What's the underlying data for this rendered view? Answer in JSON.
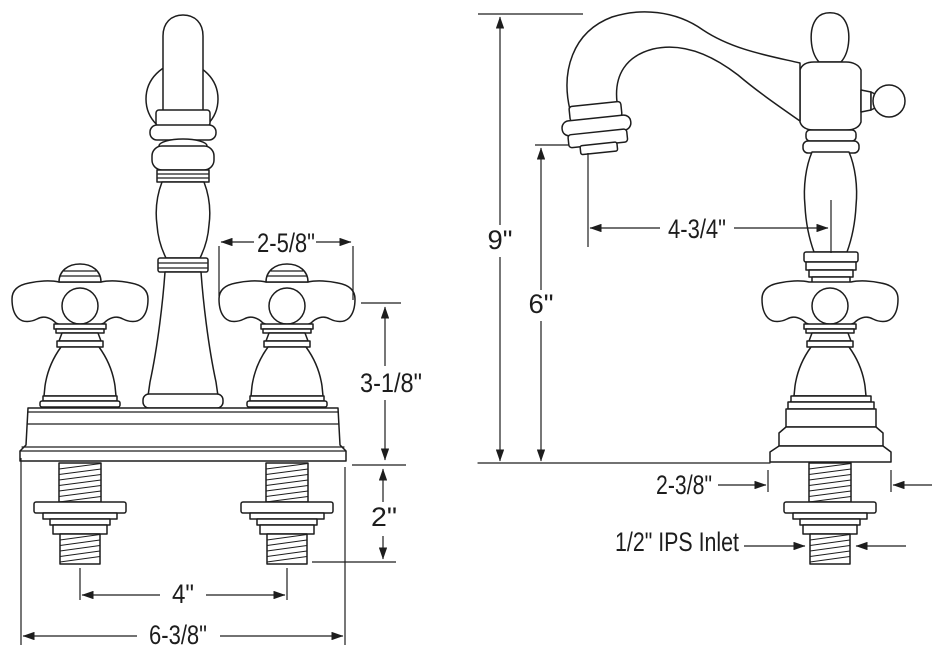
{
  "drawing": {
    "background": "#ffffff",
    "line_color": "#1d1d1d",
    "front_view": {
      "dims": {
        "handle_spread": "2-5/8\"",
        "height_above_counter": "3-1/8\"",
        "shank_height": "2\"",
        "center_spacing": "4\"",
        "overall_width": "6-3/8\""
      }
    },
    "side_view": {
      "dims": {
        "overall_height": "9\"",
        "spout_clearance": "6\"",
        "spout_reach": "4-3/4\"",
        "base_depth": "2-3/8\"",
        "inlet": "1/2\" IPS Inlet"
      }
    }
  }
}
